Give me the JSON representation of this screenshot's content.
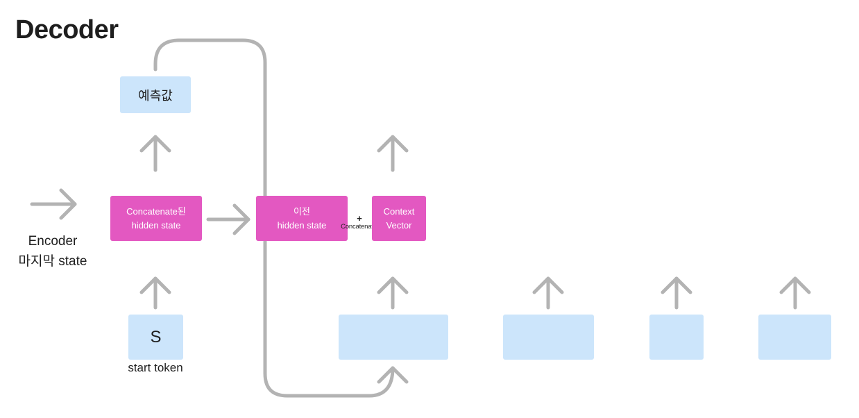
{
  "title": "Decoder",
  "colors": {
    "arrow": "#b3b3b3",
    "blue_box": "#cce5fb",
    "pink_box": "#e358c1",
    "pink_text": "#ffffff"
  },
  "nodes": {
    "prediction": "예측값",
    "concat_hidden": "Concatenate된\nhidden state",
    "prev_hidden": "이전\nhidden state",
    "context_vector": "Context\nVector",
    "start_token_box": "S",
    "output_token_1": "",
    "output_token_2": "",
    "output_token_3": "",
    "output_token_4": ""
  },
  "labels": {
    "encoder_last_state": "Encoder\n마지막 state",
    "start_token": "start token",
    "concat_plus": "+",
    "concat_word": "Concatenate"
  }
}
